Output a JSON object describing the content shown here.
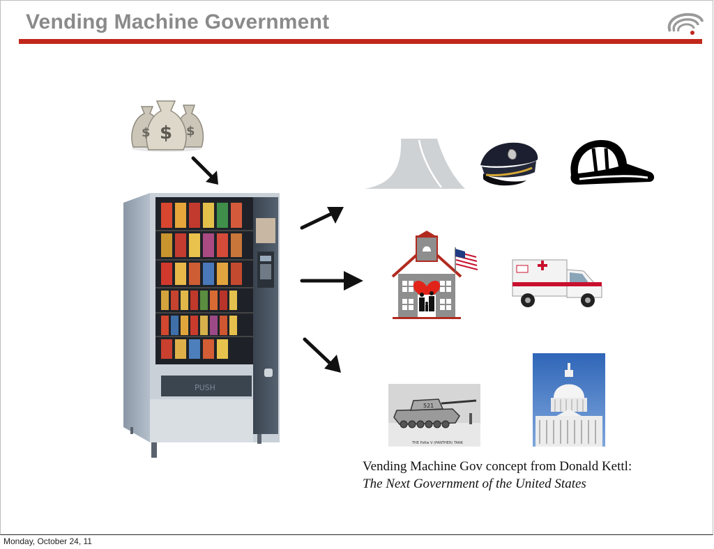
{
  "slide": {
    "title": "Vending Machine Government",
    "caption_line1": "Vending Machine Gov concept from Donald Kettl:",
    "caption_line2": "The Next Government of the United States"
  },
  "footer": {
    "date": "Monday, October 24, 11"
  },
  "images": {
    "money_bags_labels": [
      "$",
      "$",
      "$"
    ],
    "vending_push_label": "PUSH",
    "tank_caption": "THE PzKw V (PANTHER) TANK",
    "tank_number": "521"
  },
  "colors": {
    "title_text": "#8a8a8a",
    "title_rule": "#c1271b",
    "school_heart": "#e2231a",
    "school_roof": "#b22a1f",
    "sky_blue": "#3c77c9"
  },
  "icons": [
    "money-bags",
    "arrow",
    "vending-machine",
    "road",
    "police-hat",
    "firefighter-helmet",
    "school-house",
    "us-flag",
    "ambulance",
    "tank",
    "capitol-building",
    "logo"
  ]
}
